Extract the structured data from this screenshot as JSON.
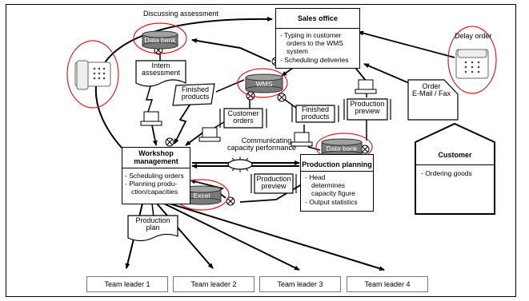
{
  "nodes": {
    "sales_office": {
      "title": "Sales office",
      "items": [
        "- Typing in customer",
        "  orders to the WMS",
        "  system",
        "- Scheduling deliveries"
      ]
    },
    "workshop_management": {
      "title_line1": "Workshop",
      "title_line2": "management",
      "items": [
        "- Scheduling orders",
        "- Planning produ-",
        "  ction/capacities"
      ]
    },
    "production_planning": {
      "title": "Production planning",
      "items": [
        "- Head",
        "  determines",
        "  capacity figure",
        "- Output statistics"
      ]
    },
    "customer": {
      "title": "Customer",
      "items": [
        "- Ordering goods"
      ]
    },
    "team_leaders": [
      "Team leader 1",
      "Team leader 2",
      "Team leader 3",
      "Team leader 4"
    ]
  },
  "databases": {
    "data_bank_top": "Data bank",
    "wms": "WMS",
    "data_bank_right": "Data bank",
    "excel": "Excel"
  },
  "documents": {
    "intern_assessment_1": "Intern",
    "intern_assessment_2": "assessment",
    "finished_products_left_1": "Finished",
    "finished_products_left_2": "products",
    "customer_orders_1": "Customer",
    "customer_orders_2": "orders",
    "finished_products_right_1": "Finished",
    "finished_products_right_2": "products",
    "production_preview_right_1": "Production",
    "production_preview_right_2": "preview",
    "production_preview_mid_1": "Production",
    "production_preview_mid_2": "preview",
    "order_email_1": "Order",
    "order_email_2": "E-Mail / Fax",
    "production_plan_1": "Production",
    "production_plan_2": "plan"
  },
  "labels": {
    "discussing_assessment": "Discussing assessment",
    "delay_order": "Delay order",
    "communicating_1": "Communicating",
    "communicating_2": "capacity performance"
  },
  "colors": {
    "highlight_ring": "#d42020",
    "database_fill": "#7a7a7a",
    "database_top": "#a0a0a0"
  }
}
